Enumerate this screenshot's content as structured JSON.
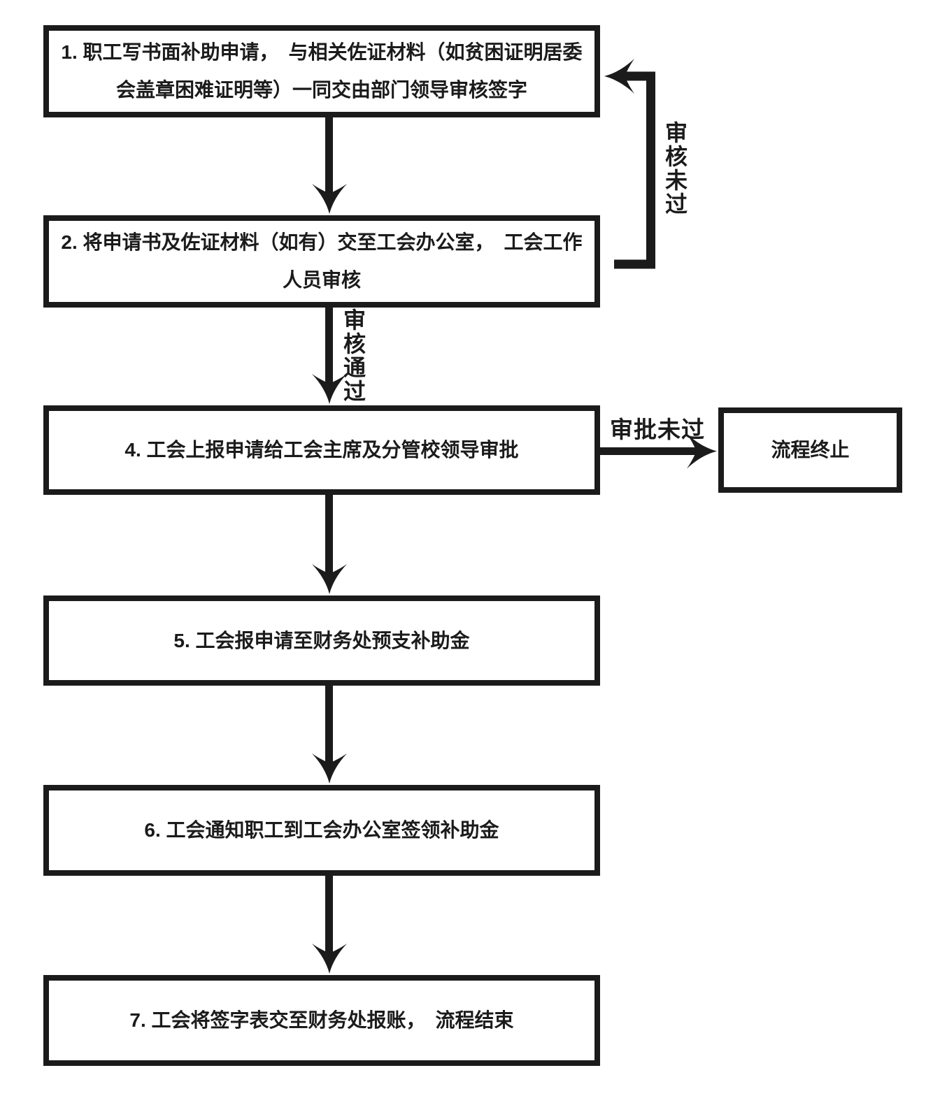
{
  "diagram": {
    "type": "flowchart",
    "colors": {
      "ink": "#1b1b1b",
      "background": "#ffffff"
    },
    "nodes": [
      {
        "id": "step-1",
        "shape": "process",
        "label": "1. 职工写书面补助申请，　与相关佐证材料（如贫困证明居委\n会盖章困难证明等）一同交由部门领导审核签字"
      },
      {
        "id": "step-2",
        "shape": "process",
        "label": "2. 将申请书及佐证材料（如有）交至工会办公室，　工会工作\n人员审核"
      },
      {
        "id": "step-4",
        "shape": "process",
        "label": "4. 工会上报申请给工会主席及分管校领导审批"
      },
      {
        "id": "terminate",
        "shape": "process",
        "label": "流程终止"
      },
      {
        "id": "step-5",
        "shape": "process",
        "label": "5. 工会报申请至财务处预支补助金"
      },
      {
        "id": "step-6",
        "shape": "process",
        "label": "6. 工会通知职工到工会办公室签领补助金"
      },
      {
        "id": "step-7",
        "shape": "process",
        "label": "7. 工会将签字表交至财务处报账，　流程结束"
      }
    ],
    "edges": [
      {
        "from": "step-1",
        "to": "step-2",
        "label": ""
      },
      {
        "from": "step-2",
        "to": "step-1",
        "label": "审核未过"
      },
      {
        "from": "step-2",
        "to": "step-4",
        "label": "审核通过"
      },
      {
        "from": "step-4",
        "to": "terminate",
        "label": "审批未过"
      },
      {
        "from": "step-4",
        "to": "step-5",
        "label": ""
      },
      {
        "from": "step-5",
        "to": "step-6",
        "label": ""
      },
      {
        "from": "step-6",
        "to": "step-7",
        "label": ""
      }
    ]
  }
}
